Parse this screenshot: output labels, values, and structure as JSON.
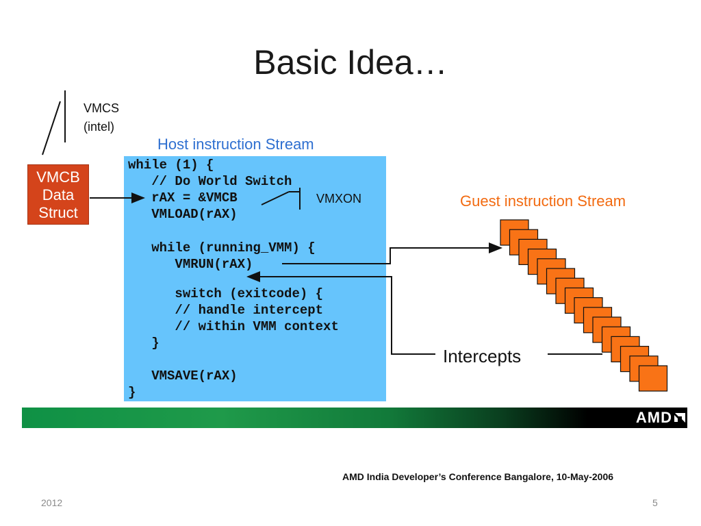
{
  "slide": {
    "title": "Basic Idea…",
    "vmcs_label_line1": "VMCS",
    "vmcs_label_line2": "(intel)",
    "host_stream_label": "Host instruction Stream",
    "guest_stream_label": "Guest instruction Stream",
    "vmcb_box": [
      "VMCB",
      "Data",
      "Struct"
    ],
    "code_lines": [
      "while (1) {",
      "   // Do World Switch",
      "   rAX = &VMCB",
      "   VMLOAD(rAX)",
      "",
      "   while (running_VMM) {",
      "      VMRUN(rAX)",
      "",
      "      switch (exitcode) {",
      "      // handle intercept",
      "      // within VMM context",
      "   }",
      "",
      "   VMSAVE(rAX)",
      "}"
    ],
    "vmxon_label": "VMXON",
    "intercepts_label": "Intercepts",
    "logo_text": "AMD",
    "conference": "AMD India Developer’s Conference Bangalore, 10-May-2006",
    "year": "2012",
    "page_number": "5"
  },
  "colors": {
    "vmcb_fill": "#d4441b",
    "code_bg": "#66c4fc",
    "host_label": "#2e6fd0",
    "guest_label": "#f26a10",
    "guest_block": "#f97316",
    "footer_green": "#0f9145"
  },
  "guest_stream_block_count": 16
}
